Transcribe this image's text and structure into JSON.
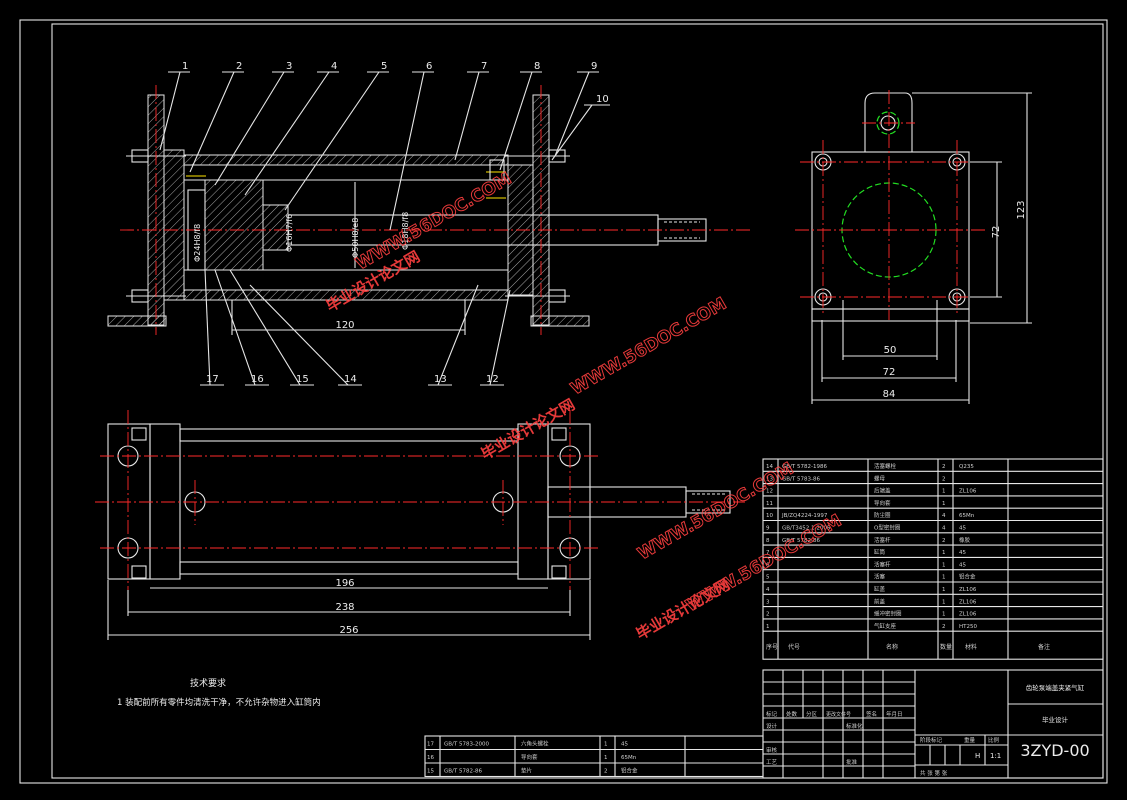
{
  "balloons_top": [
    "1",
    "2",
    "3",
    "4",
    "5",
    "6",
    "7",
    "8",
    "9",
    "10"
  ],
  "balloons_bottom": [
    "17",
    "16",
    "15",
    "14",
    "13",
    "12"
  ],
  "dims": {
    "front_120": "120",
    "side_72v": "72",
    "side_123": "123",
    "side_50": "50",
    "side_72h": "72",
    "side_84": "84",
    "plan_196": "196",
    "plan_238": "238",
    "plan_256": "256",
    "fit_1": "Φ24H8/f8",
    "fit_2": "Φ16H7/f6",
    "fit_3": "Φ50H8/e8",
    "fit_4": "Φ18H8/f8"
  },
  "tech_requirements": {
    "title": "技术要求",
    "line1": "1  装配前所有零件均清洗干净，不允许杂物进入缸筒内"
  },
  "bom_upper": [
    {
      "no": "14",
      "std": "GB/T 5782-1986",
      "name": "活塞螺栓",
      "qty": "2",
      "mat": "Q235"
    },
    {
      "no": "13",
      "std": "GB/T 5783-86",
      "name": "螺母",
      "qty": "2",
      "mat": ""
    },
    {
      "no": "12",
      "std": "",
      "name": "后端盖",
      "qty": "1",
      "mat": "ZL106"
    },
    {
      "no": "11",
      "std": "",
      "name": "导向套",
      "qty": "1",
      "mat": ""
    },
    {
      "no": "10",
      "std": "JB/ZQ4224-1997",
      "name": "防尘圈",
      "qty": "4",
      "mat": "65Mn"
    },
    {
      "no": "9",
      "std": "GB/T3452.1-2005",
      "name": "O型密封圈",
      "qty": "4",
      "mat": "45"
    },
    {
      "no": "8",
      "std": "GB/T 5782-86",
      "name": "活塞杆",
      "qty": "2",
      "mat": "橡胶"
    },
    {
      "no": "7",
      "std": "",
      "name": "缸筒",
      "qty": "1",
      "mat": "45"
    },
    {
      "no": "6",
      "std": "",
      "name": "活塞杆",
      "qty": "1",
      "mat": "45"
    },
    {
      "no": "5",
      "std": "",
      "name": "活塞",
      "qty": "1",
      "mat": "铝合金"
    },
    {
      "no": "4",
      "std": "",
      "name": "缸盖",
      "qty": "1",
      "mat": "ZL106"
    },
    {
      "no": "3",
      "std": "",
      "name": "前盖",
      "qty": "1",
      "mat": "ZL106"
    },
    {
      "no": "2",
      "std": "",
      "name": "缓冲密封圈",
      "qty": "1",
      "mat": "ZL106"
    },
    {
      "no": "1",
      "std": "",
      "name": "气缸支座",
      "qty": "2",
      "mat": "HT250"
    }
  ],
  "bom_header": {
    "no": "序号",
    "std": "代号",
    "name": "名称",
    "qty": "数量",
    "mat": "材料",
    "note": "备注"
  },
  "bom_lower": [
    {
      "no": "17",
      "std": "GB/T 5783-2000",
      "name": "六角头螺栓",
      "qty": "1",
      "mat": "45"
    },
    {
      "no": "16",
      "std": "",
      "name": "导向套",
      "qty": "1",
      "mat": "65Mn"
    },
    {
      "no": "15",
      "std": "GB/T 5782-86",
      "name": "垫片",
      "qty": "2",
      "mat": "铝合金"
    }
  ],
  "title_block": {
    "drawing_name": "齿轮泵端盖夹紧气缸",
    "company": "毕业设计",
    "drawing_no": "3ZYD-00",
    "scale_label": "比例",
    "scale": "1:1",
    "sheet": "共 张 第 张",
    "designer": "设计",
    "checker": "审核",
    "approver": "批准",
    "date": "标准化",
    "process": "工艺",
    "stage_mark": "阶段标记",
    "weight": "重量",
    "marker": "H",
    "r1": "标记",
    "r2": "处数",
    "r3": "分区",
    "r4": "更改文件号",
    "r5": "签名",
    "r6": "年月日"
  },
  "watermark": {
    "site": "WWW.56DOC.COM",
    "cn": "毕业设计论文网"
  }
}
